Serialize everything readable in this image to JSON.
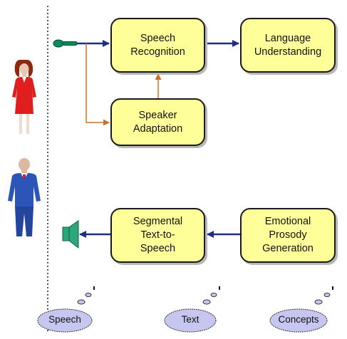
{
  "boxes": {
    "speech_recognition": "Speech\nRecognition",
    "language_understanding": "Language\nUnderstanding",
    "speaker_adaptation": "Speaker\nAdaptation",
    "tts": "Segmental\nText-to-\nSpeech",
    "prosody": "Emotional\nProsody\nGeneration"
  },
  "legend": {
    "speech": "Speech",
    "text": "Text",
    "concepts": "Concepts"
  },
  "colors": {
    "box_fill": "#ffff99",
    "main_arrow": "#1f2a8c",
    "adapt_arrow": "#c8732a",
    "microphone": "#0c8a5a",
    "speaker": "#2aa87a",
    "cloud_fill": "#c6c6f0"
  }
}
